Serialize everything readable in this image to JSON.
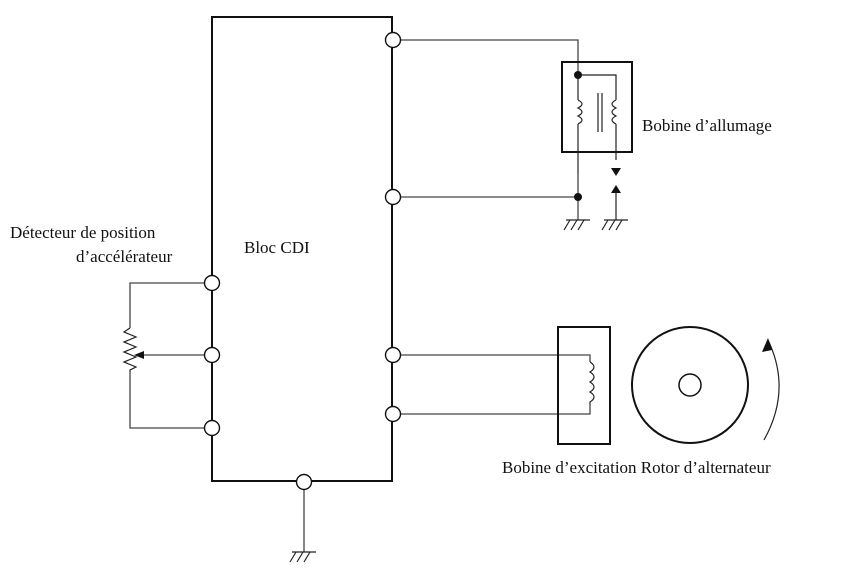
{
  "labels": {
    "cdi": "Bloc CDI",
    "ignition_coil": "Bobine d’allumage",
    "throttle_sensor_line1": "Détecteur de position",
    "throttle_sensor_line2": "d’accélérateur",
    "exciter_rotor": "Bobine d’excitation Rotor d’alternateur"
  },
  "colors": {
    "line": "#111111",
    "wire": "#444444",
    "background": "#ffffff"
  }
}
